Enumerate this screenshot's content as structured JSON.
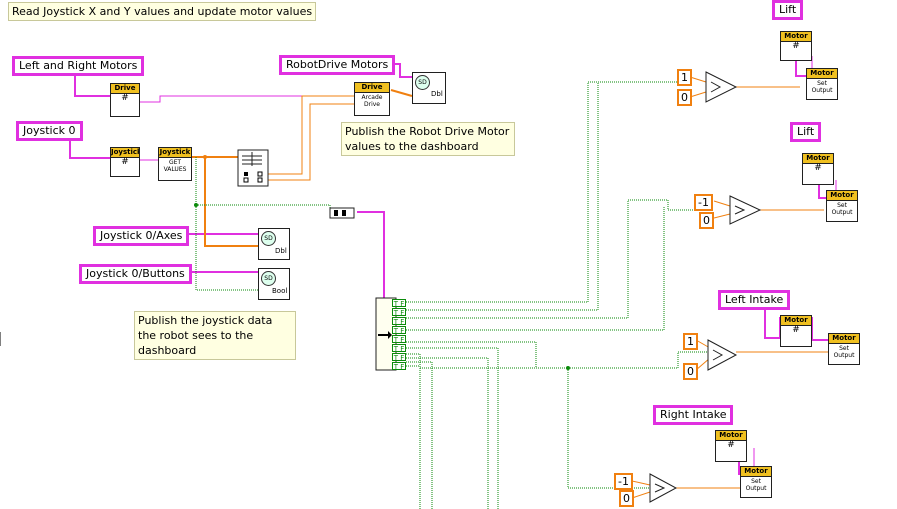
{
  "comments": {
    "top": "Read Joystick X and Y values and update motor values",
    "drive_publish": "Publish the Robot Drive Motor values to the dashboard",
    "joystick_publish": "Publish the joystick data the robot sees to the dashboard"
  },
  "labels": {
    "left_right_motors": "Left and Right Motors",
    "robotdrive_motors": "RobotDrive Motors",
    "joystick0": "Joystick 0",
    "joystick_axes": "Joystick 0/Axes",
    "joystick_buttons": "Joystick 0/Buttons",
    "lift1": "Lift",
    "lift2": "Lift",
    "left_intake": "Left Intake",
    "right_intake": "Right Intake"
  },
  "constants": {
    "lift1_a": "1",
    "lift1_b": "0",
    "lift2_a": "-1",
    "lift2_b": "0",
    "intake_l_a": "1",
    "intake_l_b": "0",
    "intake_r_a": "-1",
    "intake_r_b": "0"
  },
  "nodes": {
    "drive": "Drive",
    "joystick": "Joystick",
    "get_values": "GET VALUES",
    "arcade_drive": "Arcade Drive",
    "motor": "Motor",
    "set_output": "Set Output",
    "sd": "SD",
    "dbl": "Dbl",
    "bool": "Bool",
    "ref_glyph": "#",
    "tf": "T F"
  },
  "colors": {
    "label_border": "#e030e0",
    "numeric_wire": "#f08010",
    "boolean_wire": "#0a8a0a",
    "refnum_wire": "#e030e0",
    "comment_bg": "#ffffe1"
  }
}
